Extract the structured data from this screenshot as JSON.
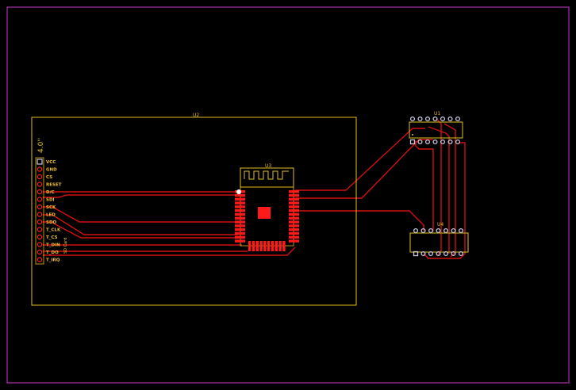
{
  "colors": {
    "background": "#000000",
    "board_outline": "#c837c8",
    "silkscreen": "#e0c020",
    "copper_trace": "#d01010",
    "pad": "#ff1a1a",
    "hole": "#c8c8e6",
    "pin_label": "#f0c030"
  },
  "board": {
    "u2": {
      "ref": "U2",
      "size_label": "4.0''",
      "header_label": "SD Card",
      "pins": [
        "VCC",
        "GND",
        "CS",
        "RESET",
        "D/C",
        "SDI",
        "SCK",
        "LED",
        "SDO",
        "T_CLK",
        "T_CS",
        "T_DIN",
        "T_DO",
        "T_IRQ"
      ]
    },
    "u3": {
      "ref": "U3"
    },
    "u1": {
      "ref": "U1"
    },
    "u4": {
      "ref": "U4"
    }
  }
}
